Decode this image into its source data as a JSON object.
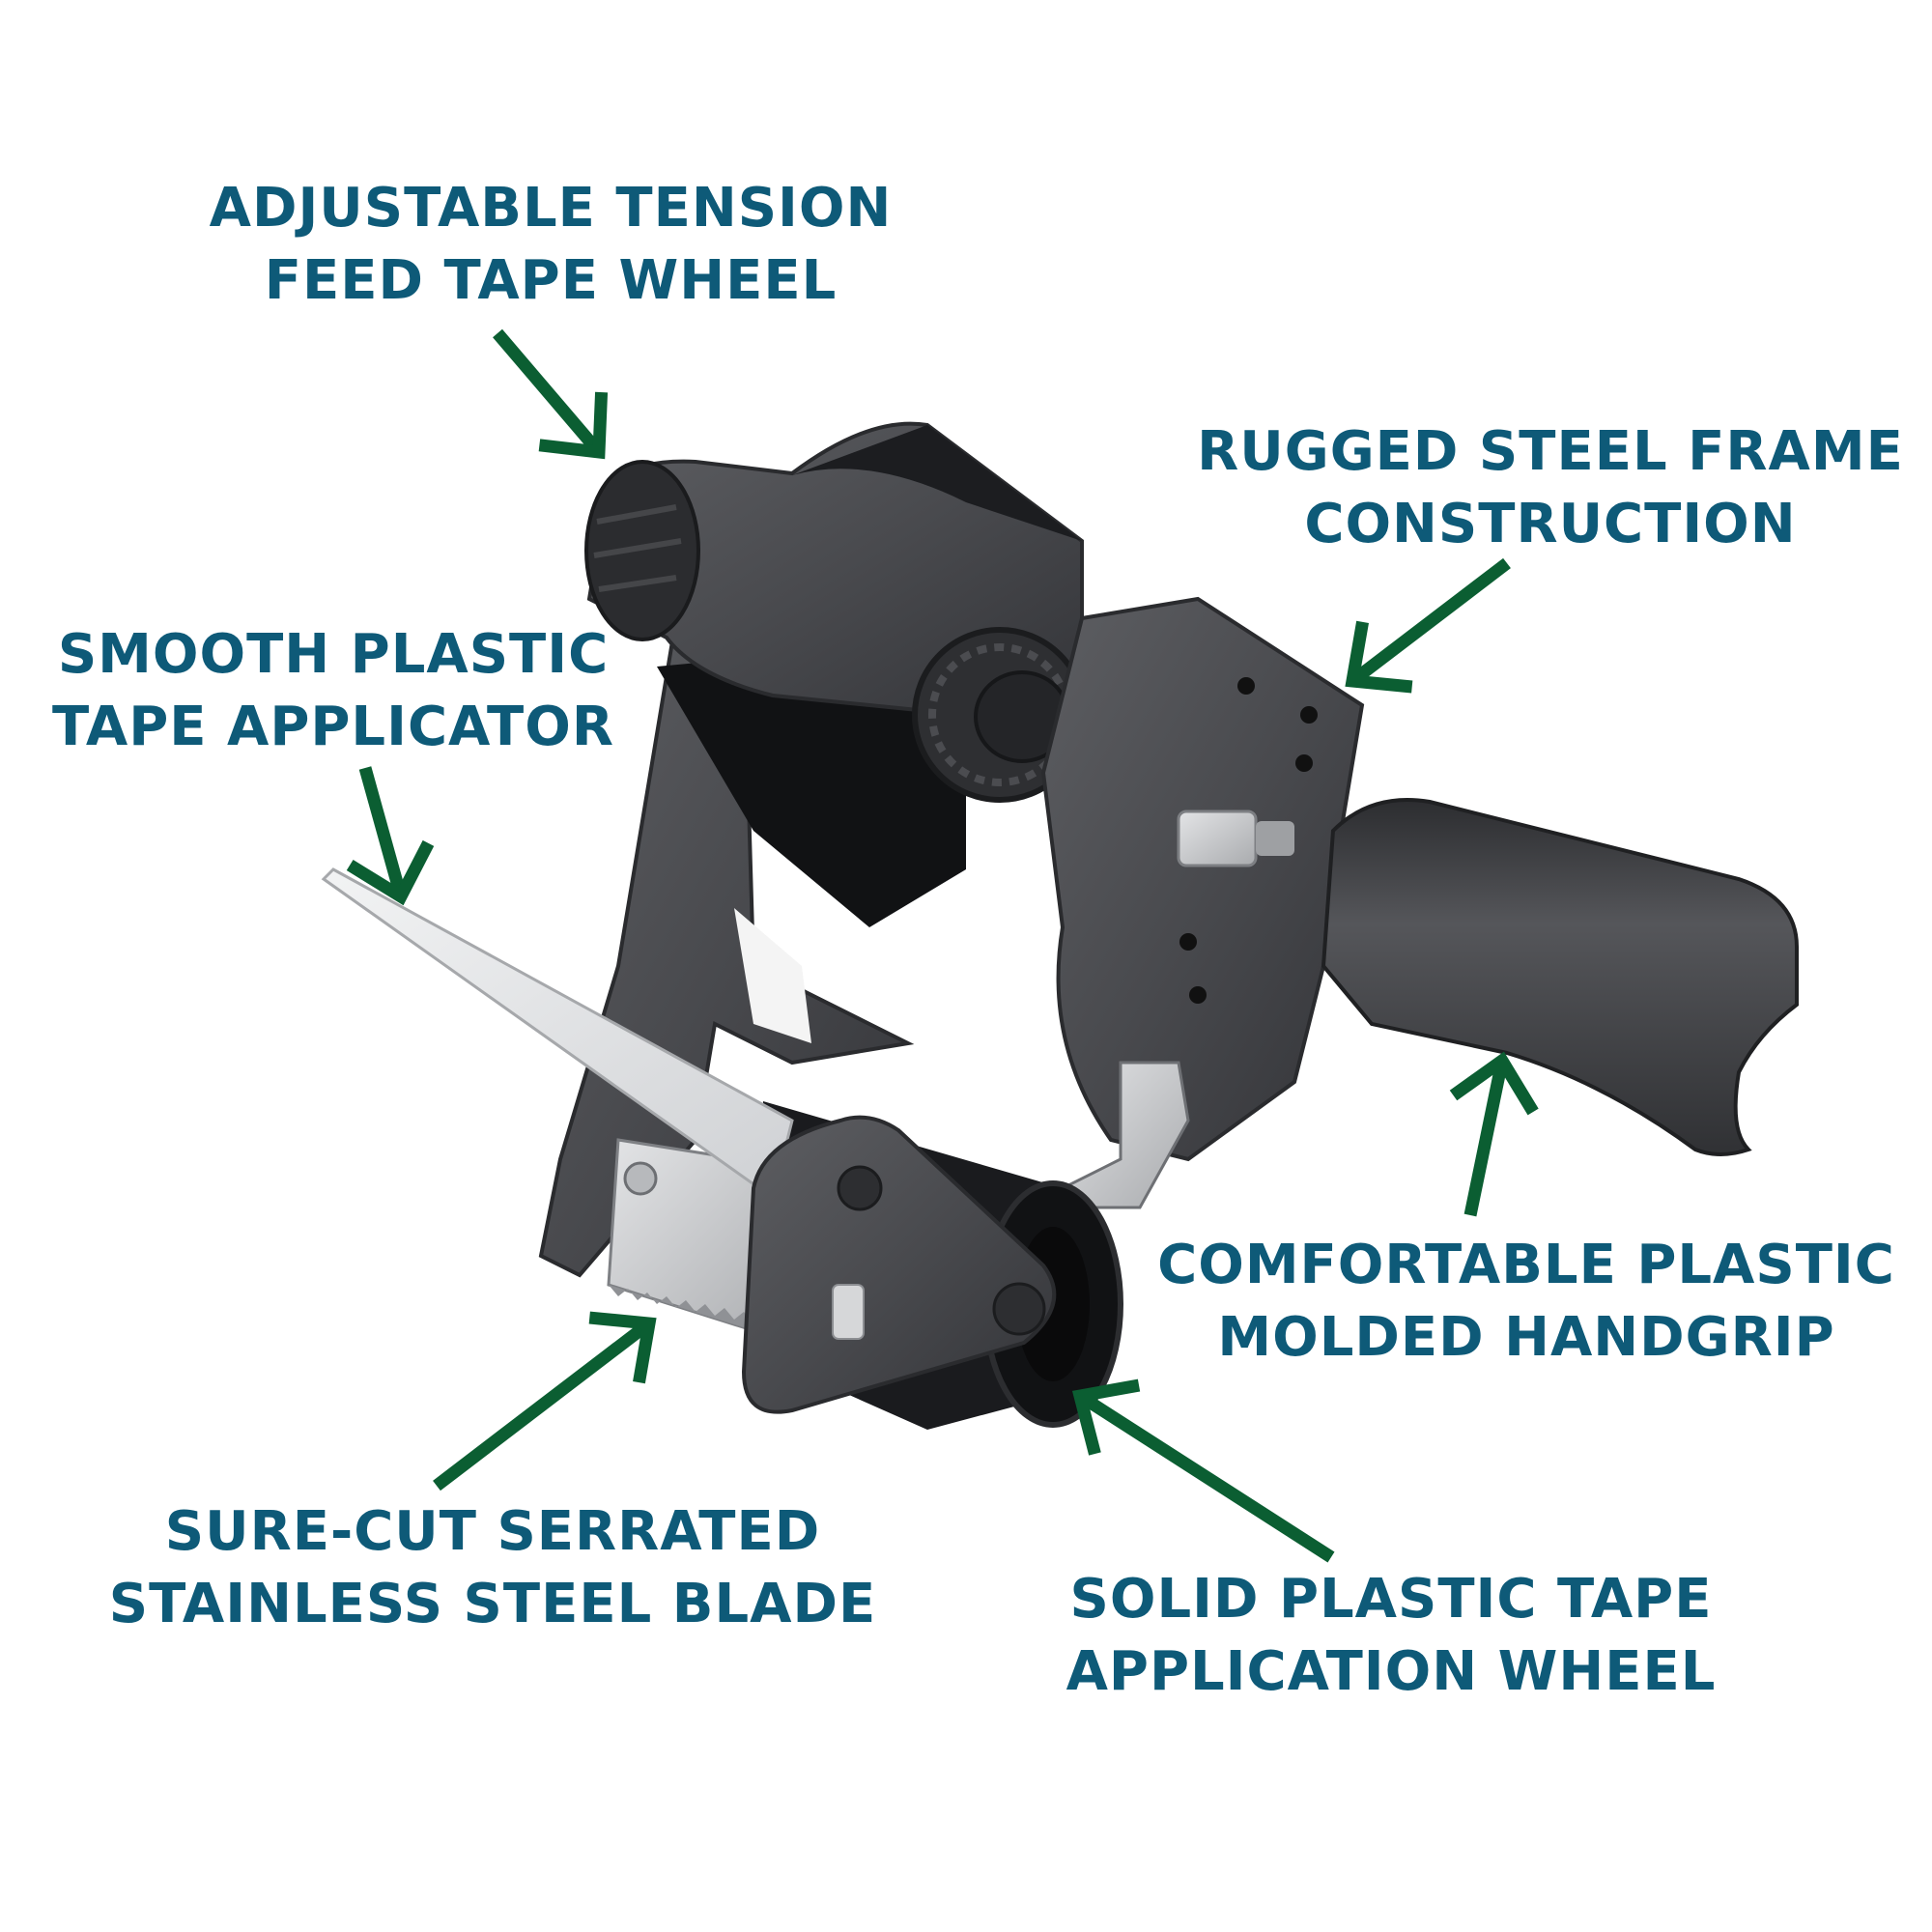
{
  "colors": {
    "label_text": "#0e5a78",
    "arrow": "#0b5e32",
    "dispenser_body": "#4a4b4e",
    "dispenser_dark": "#16171a",
    "steel": "#c6c8cb"
  },
  "callouts": {
    "tension_wheel": {
      "line1": "ADJUSTABLE TENSION",
      "line2": "FEED TAPE WHEEL"
    },
    "steel_frame": {
      "line1": "RUGGED STEEL FRAME",
      "line2": "CONSTRUCTION"
    },
    "applicator": {
      "line1": "SMOOTH PLASTIC",
      "line2": "TAPE APPLICATOR"
    },
    "handgrip": {
      "line1": "COMFORTABLE PLASTIC",
      "line2": "MOLDED HANDGRIP"
    },
    "blade": {
      "line1": "SURE-CUT SERRATED",
      "line2": "STAINLESS STEEL BLADE"
    },
    "application_wheel": {
      "line1": "SOLID PLASTIC TAPE",
      "line2": "APPLICATION WHEEL"
    }
  }
}
